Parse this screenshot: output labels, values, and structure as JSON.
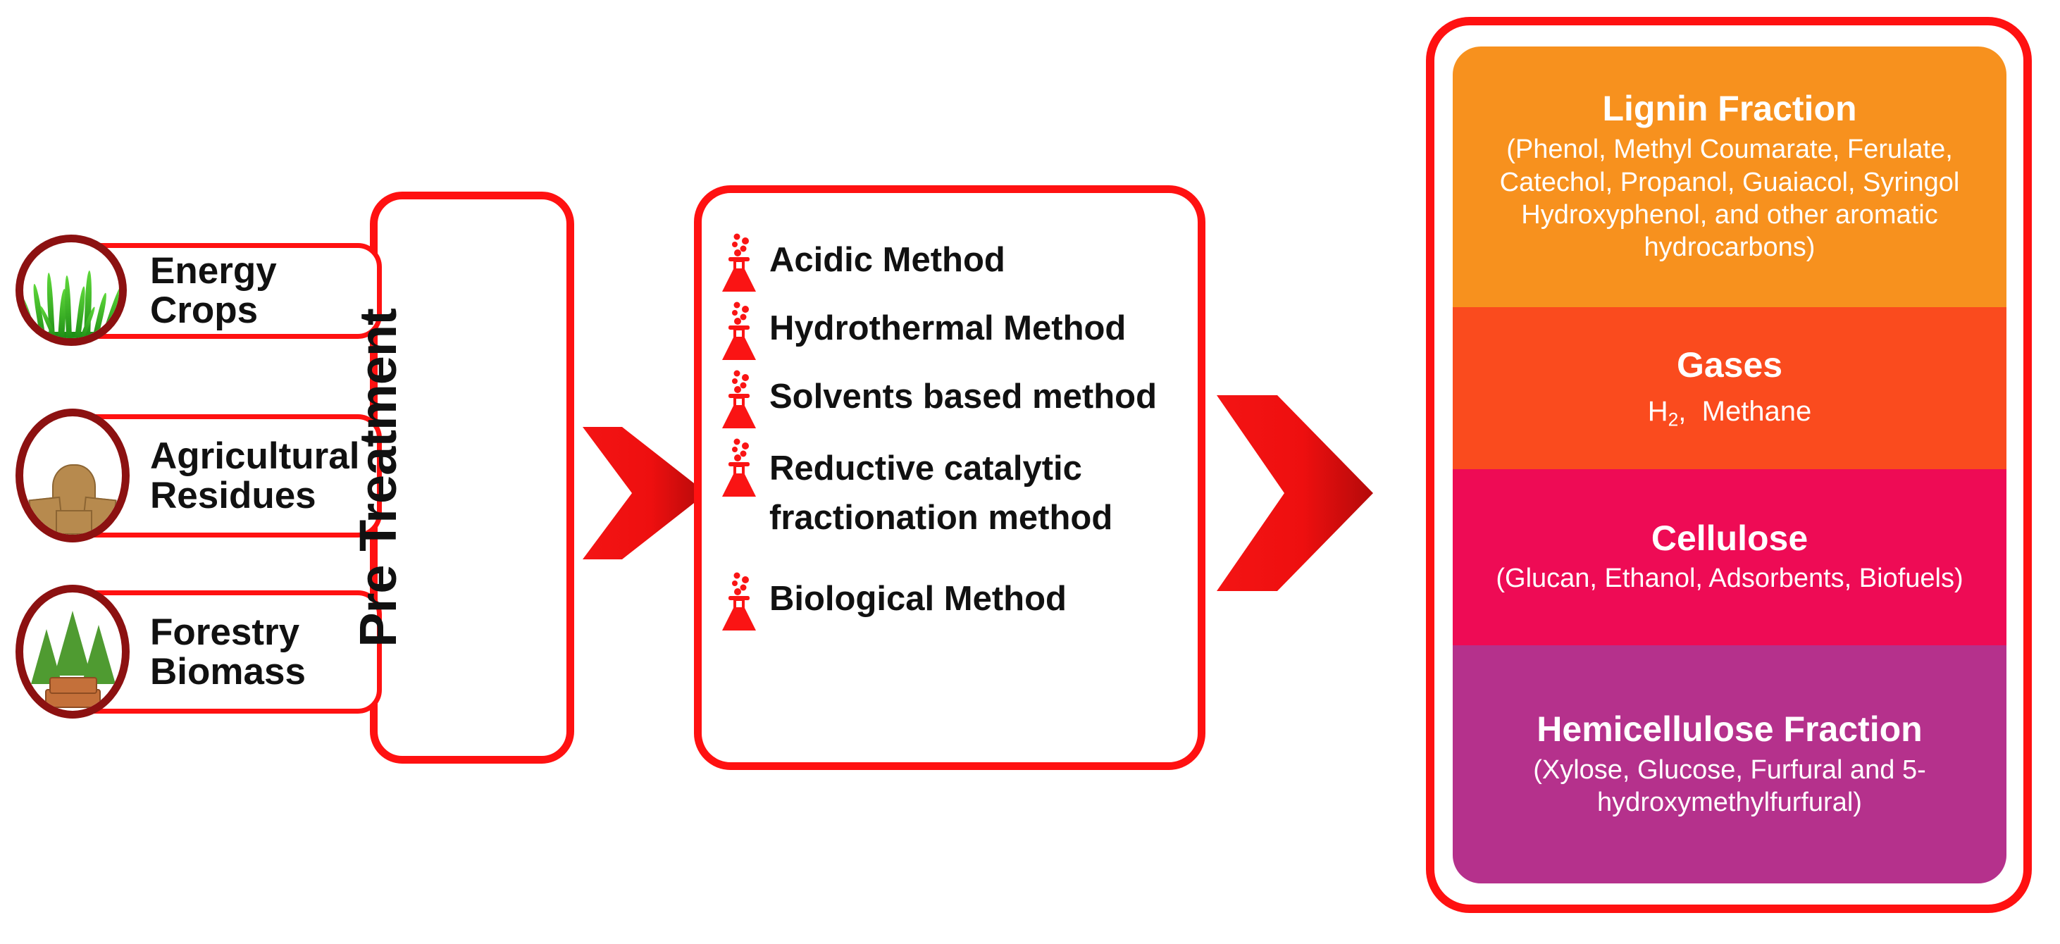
{
  "feedstocks": [
    {
      "label": "Energy Crops",
      "icon": "grass-icon"
    },
    {
      "label": "Agricultural\nResidues",
      "icon": "hay-bale-icon"
    },
    {
      "label": "Forestry\nBiomass",
      "icon": "tree-log-icon"
    }
  ],
  "pretreatment": {
    "label": "Pre Treatment"
  },
  "methods": {
    "items": [
      {
        "label": "Acidic Method",
        "icon": "flask-icon"
      },
      {
        "label": "Hydrothermal Method",
        "icon": "flask-icon"
      },
      {
        "label": "Solvents based method",
        "icon": "flask-icon"
      },
      {
        "label": "Reductive catalytic\nfractionation method",
        "icon": "flask-icon"
      },
      {
        "label": "Biological Method",
        "icon": "flask-icon"
      }
    ]
  },
  "arrows": [
    {
      "name": "arrow-feedstock-to-methods",
      "direction": "right"
    },
    {
      "name": "arrow-methods-to-products",
      "direction": "right"
    }
  ],
  "products": [
    {
      "title": "Lignin Fraction",
      "subtitle": "(Phenol, Methyl Coumarate, Ferulate, Catechol, Propanol, Guaiacol, Syringol Hydroxyphenol, and other aromatic hydrocarbons)",
      "color": "#F7911E"
    },
    {
      "title": "Gases",
      "subtitle_html": "H<sub>2</sub>,  Methane",
      "subtitle": "H2,  Methane",
      "color": "#FA4B1E"
    },
    {
      "title": "Cellulose",
      "subtitle": "(Glucan, Ethanol, Adsorbents, Biofuels)",
      "color": "#EE0B55"
    },
    {
      "title": "Hemicellulose Fraction",
      "subtitle": "(Xylose, Glucose, Furfural and 5-hydroxymethylfurfural)",
      "color": "#B5318C"
    }
  ],
  "colors": {
    "frame_red": "#FF1111",
    "circle_dark_red": "#8C1111",
    "arrow_red": "#F01010",
    "lignin_orange": "#F7911E",
    "gases_orange": "#FA4B1E",
    "cellulose_pink": "#EE0B55",
    "hemicellulose_magenta": "#B5318C",
    "text_black": "#111111",
    "text_white": "#FFFFFF"
  }
}
